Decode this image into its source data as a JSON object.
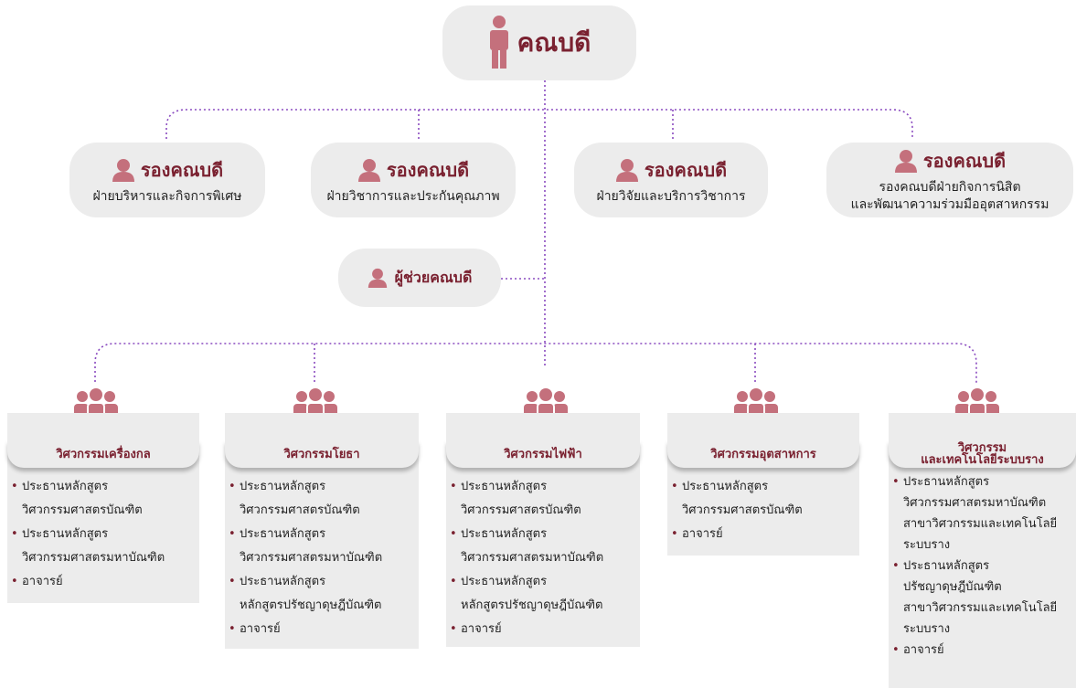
{
  "dean": {
    "title": "คณบดี"
  },
  "vice_deans": [
    {
      "title": "รองคณบดี",
      "subtitle": "ฝ่ายบริหารและกิจการพิเศษ"
    },
    {
      "title": "รองคณบดี",
      "subtitle": "ฝ่ายวิชาการและประกันคุณภาพ"
    },
    {
      "title": "รองคณบดี",
      "subtitle": "ฝ่ายวิจัยและบริการวิชาการ"
    },
    {
      "title": "รองคณบดี",
      "subtitle": "รองคณบดีฝ่ายกิจการนิสิต\nและพัฒนาความร่วมมืออุตสาหกรรม"
    }
  ],
  "assistant_dean": {
    "title": "ผู้ช่วยคณบดี"
  },
  "departments": [
    {
      "name": "วิศวกรรมเครื่องกล",
      "items": [
        "ประธานหลักสูตร\nวิศวกรรมศาสตรบัณฑิต",
        "ประธานหลักสูตร\nวิศวกรรมศาสตรมหาบัณฑิต",
        "อาจารย์"
      ]
    },
    {
      "name": "วิศวกรรมโยธา",
      "items": [
        "ประธานหลักสูตร\nวิศวกรรมศาสตรบัณฑิต",
        "ประธานหลักสูตร\nวิศวกรรมศาสตรมหาบัณฑิต",
        "ประธานหลักสูตร\nหลักสูตรปรัชญาดุษฎีบัณฑิต",
        "อาจารย์"
      ]
    },
    {
      "name": "วิศวกรรมไฟฟ้า",
      "items": [
        "ประธานหลักสูตร\nวิศวกรรมศาสตรบัณฑิต",
        "ประธานหลักสูตร\nวิศวกรรมศาสตรมหาบัณฑิต",
        "ประธานหลักสูตร\nหลักสูตรปรัชญาดุษฎีบัณฑิต",
        "อาจารย์"
      ]
    },
    {
      "name": "วิศวกรรมอุตสาหการ",
      "items": [
        "ประธานหลักสูตร\nวิศวกรรมศาสตรบัณฑิต",
        "อาจารย์"
      ]
    },
    {
      "name": "วิศวกรรม\nและเทคโนโลยีระบบราง",
      "items": [
        "ประธานหลักสูตร\nวิศวกรรมศาสตรมหาบัณฑิต\nสาขาวิศวกรรมและเทคโนโลยี\nระบบราง",
        "ประธานหลักสูตร\nปรัชญาดุษฎีบัณฑิต\nสาขาวิศวกรรมและเทคโนโลยี\nระบบราง",
        "อาจารย์"
      ]
    }
  ],
  "colors": {
    "accent": "#c4707c",
    "title_text": "#7a2130",
    "box": "#ececec",
    "connector": "#8a4bc0"
  },
  "icons": {
    "dean": "person-standing-icon",
    "vice": "person-bust-icon",
    "dept": "group-icon"
  }
}
